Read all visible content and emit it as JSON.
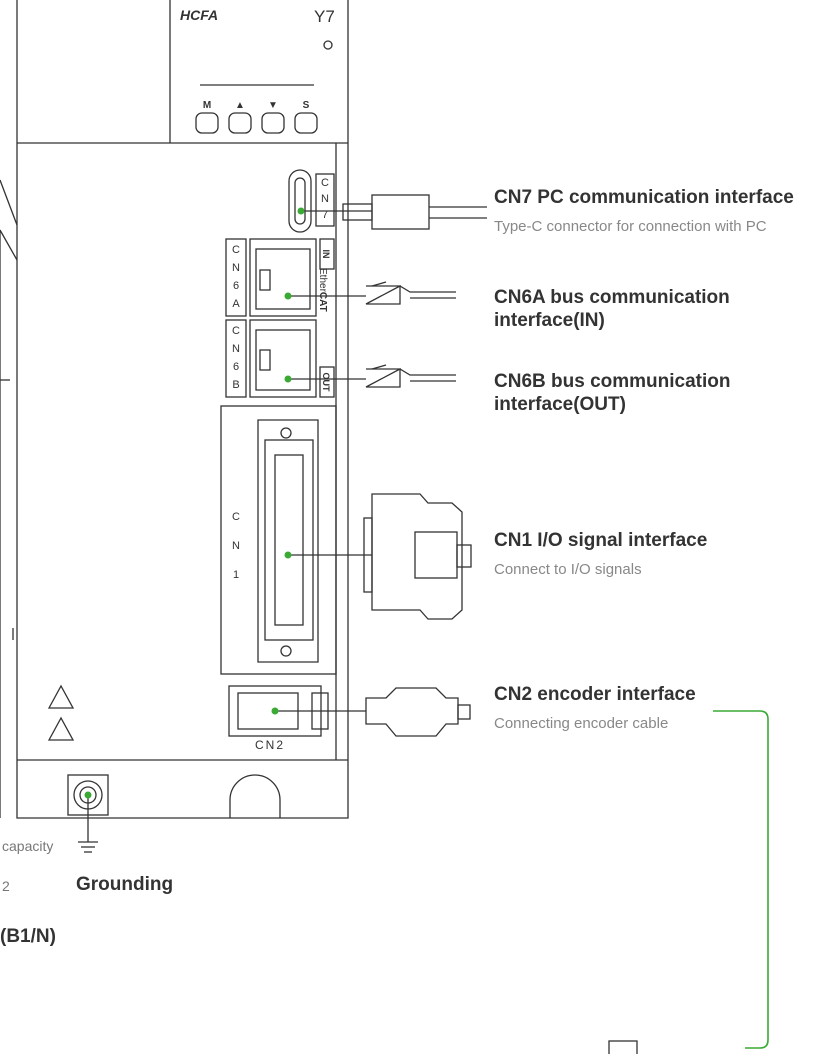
{
  "device": {
    "brand_logo": "HCFA",
    "model": "Y7",
    "keys": [
      "M",
      "▲",
      "▼",
      "S"
    ],
    "cn7_marking": [
      "C",
      "N",
      "7"
    ],
    "cn6a_marking": [
      "C",
      "N",
      "6",
      "A"
    ],
    "cn6b_marking": [
      "C",
      "N",
      "6",
      "B"
    ],
    "cn1_marking": [
      "C",
      "N",
      "1"
    ],
    "cn2_marking": "CN2",
    "port_in": "IN",
    "port_out": "OUT",
    "ethercat_light": "Ether",
    "ethercat_bold": "CAT"
  },
  "callouts": {
    "cn7": {
      "title": "CN7 PC communication interface",
      "subtitle": "Type-C connector for connection with PC"
    },
    "cn6a": {
      "title_line1": "CN6A bus communication",
      "title_line2": "interface(IN)"
    },
    "cn6b": {
      "title_line1": "CN6B bus communication",
      "title_line2": "interface(OUT)"
    },
    "cn1": {
      "title": "CN1 I/O signal interface",
      "subtitle": "Connect to I/O signals"
    },
    "cn2": {
      "title": "CN2 encoder interface",
      "subtitle": "Connecting encoder cable"
    }
  },
  "left_partial": {
    "capacity_text": "capacity",
    "small_text": "2",
    "grounding": "Grounding",
    "b1n": "(B1/N)"
  },
  "colors": {
    "leader_dot": "#3aaa35",
    "cable_line": "#3aaa35",
    "outline": "#333333"
  }
}
